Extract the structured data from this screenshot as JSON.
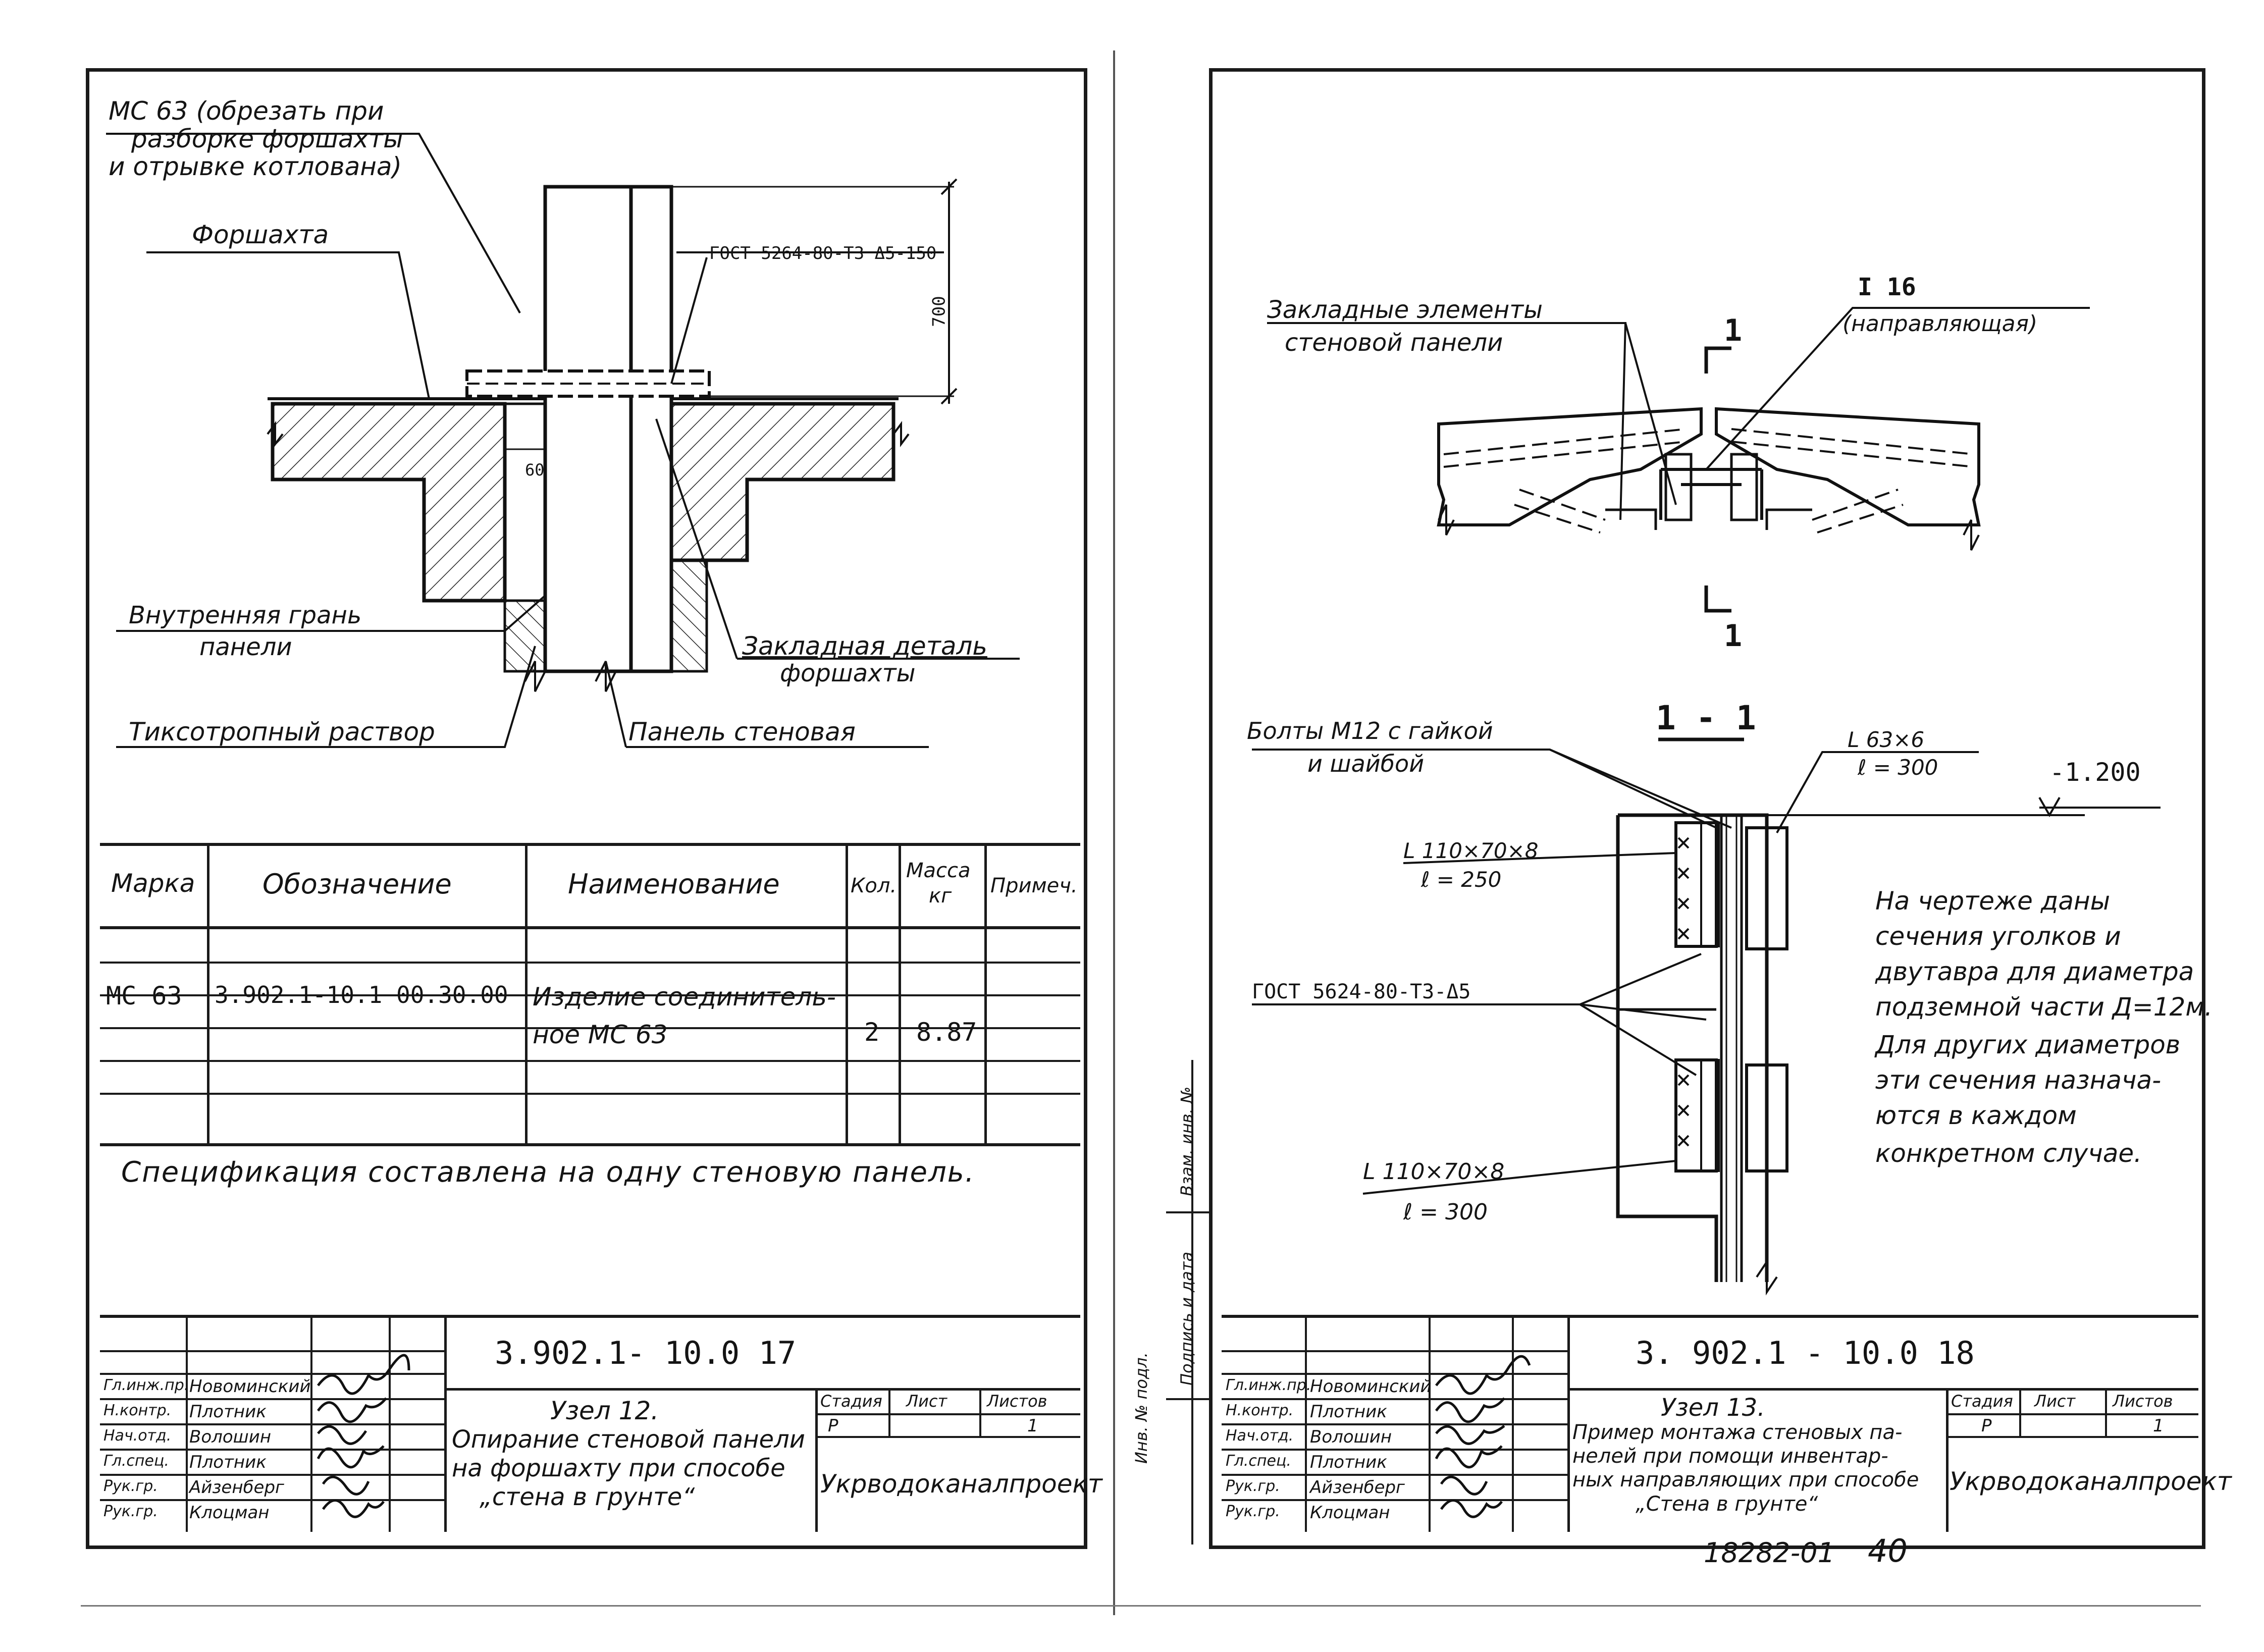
{
  "left_sheet": {
    "callouts": {
      "ms63_line1": "МС 63 (обрезать при",
      "ms63_line2": "разборке форшахты",
      "ms63_line3": "и отрывке котлована)",
      "forshakhta": "Форшахта",
      "gost_weld": "ГОСТ 5264-80-Т3 Δ5-150",
      "dim_700": "700",
      "dim_60": "60",
      "inner_face_line1": "Внутренняя грань",
      "inner_face_line2": "панели",
      "embedded_line1": "Закладная деталь",
      "embedded_line2": "форшахты",
      "thixotropic": "Тиксотропный раствор",
      "panel": "Панель стеновая"
    },
    "spec_table": {
      "headers": {
        "mark": "Марка",
        "designation": "Обозначение",
        "name": "Наименование",
        "qty": "Кол.",
        "mass_line1": "Масса",
        "mass_line2": "кг",
        "note": "Примеч."
      },
      "row1": {
        "mark": "МС 63",
        "designation": "3.902.1-10.1  00.30.00",
        "name": "Изделие соединитель-"
      },
      "row2": {
        "name": "ное МС 63",
        "qty": "2",
        "mass": "8.87"
      },
      "note_text": "Спецификация составлена на одну стеновую панель."
    },
    "title_block": {
      "doc_number": "3.902.1- 10.0   17",
      "roles": [
        "Гл.инж.пр.",
        "Н.контр.",
        "Нач.отд.",
        "Гл.спец.",
        "Рук.гр.",
        "Рук.гр."
      ],
      "names": [
        "Новоминский",
        "Плотник",
        "Волошин",
        "Плотник",
        "Айзенберг",
        "Клоцман"
      ],
      "title_line1": "Узел 12.",
      "title_line2": "Опирание стеновой панели",
      "title_line3": "на форшахту при способе",
      "title_line4": "„стена в грунте“",
      "stage_label": "Стадия",
      "sheet_label": "Лист",
      "sheets_label": "Листов",
      "stage_value": "Р",
      "sheets_value": "1",
      "organization": "Укрводоканалпроект"
    }
  },
  "right_sheet": {
    "callouts": {
      "embedded_line1": "Закладные элементы",
      "embedded_line2": "стеновой панели",
      "i16_line1": "I 16",
      "i16_line2": "(направляющая)",
      "section_mark_top": "1",
      "section_mark_bottom": "1",
      "section_title": "1 - 1",
      "bolts_line1": "Болты М12 с гайкой",
      "bolts_line2": "и шайбой",
      "l63_line1": "L 63×6",
      "l63_line2": "ℓ = 300",
      "elevation": "-1.200",
      "l110_top_line1": "L 110×70×8",
      "l110_top_line2": "ℓ = 250",
      "gost_weld": "ГОСТ 5624-80-Т3-Δ5",
      "l110_bottom_line1": "L 110×70×8",
      "l110_bottom_line2": "ℓ = 300"
    },
    "note_lines": [
      "На чертеже даны",
      "сечения уголков и",
      "двутавра для диаметра",
      "подземной части Д=12м.",
      "Для других диаметров",
      "эти сечения назнача-",
      "ются в каждом",
      "конкретном случае."
    ],
    "side_stamp": {
      "field1": "Инв. № подл.",
      "field2": "Подпись и дата",
      "field3": "Взам. инв. №"
    },
    "title_block": {
      "doc_number": "3. 902.1 - 10.0   18",
      "roles": [
        "Гл.инж.пр.",
        "Н.контр.",
        "Нач.отд.",
        "Гл.спец.",
        "Рук.гр.",
        "Рук.гр."
      ],
      "names": [
        "Новоминский",
        "Плотник",
        "Волошин",
        "Плотник",
        "Айзенберг",
        "Клоцман"
      ],
      "title_line1": "Узел 13.",
      "title_line2": "Пример монтажа стеновых па-",
      "title_line3": "нелей при помощи инвентар-",
      "title_line4": "ных направляющих при способе",
      "title_line5": "„Стена в грунте“",
      "stage_label": "Стадия",
      "sheet_label": "Лист",
      "sheets_label": "Листов",
      "stage_value": "Р",
      "sheets_value": "1",
      "organization": "Укрводоканалпроект"
    }
  },
  "footer": {
    "archive_number": "18282-01",
    "page_number": "40"
  }
}
